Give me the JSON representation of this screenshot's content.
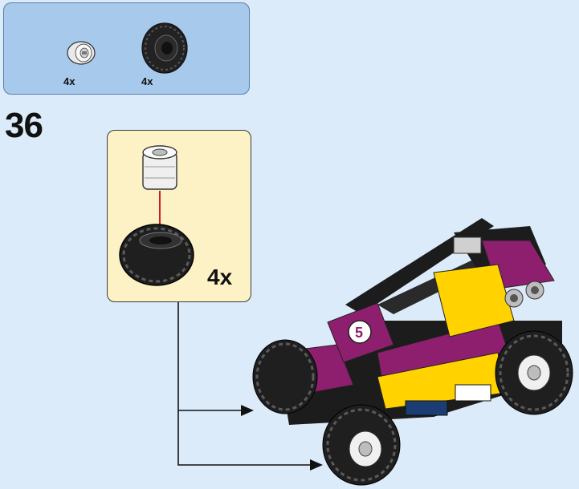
{
  "parts_list": {
    "items": [
      {
        "part": "wheel-rim-icon",
        "quantity": "4x"
      },
      {
        "part": "tire-icon",
        "quantity": "4x"
      }
    ]
  },
  "step": {
    "number": "36"
  },
  "sub_assembly": {
    "multiplier": "4x"
  },
  "colors": {
    "background": "#dcebf9",
    "parts_box": "#a7c9ec",
    "sub_box": "#fdf1c6",
    "magenta": "#8e1f6e",
    "yellow": "#ffd200",
    "black": "#1c1c1c"
  }
}
